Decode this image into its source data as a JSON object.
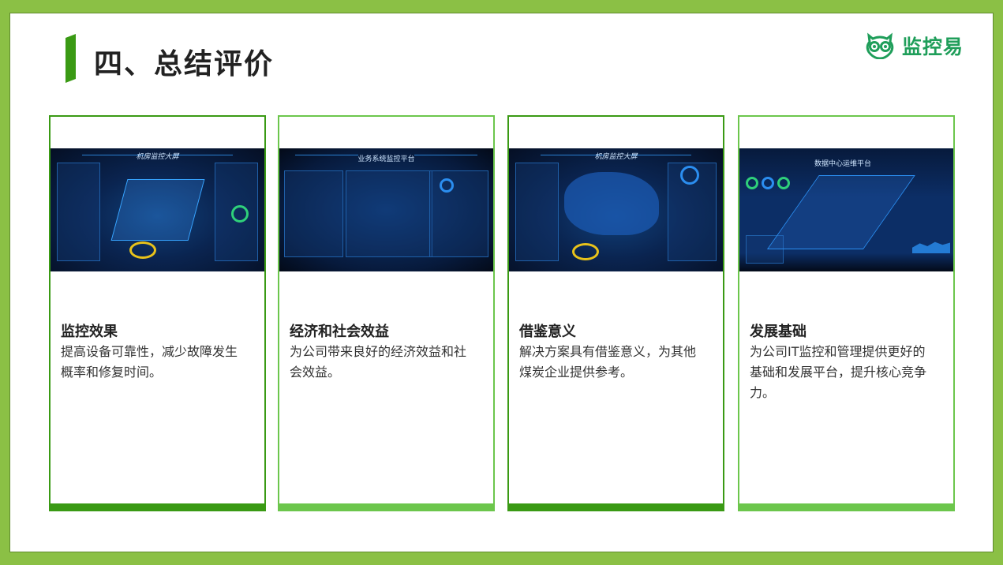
{
  "header": {
    "title": "四、总结评价",
    "logo_text": "监控易"
  },
  "colors": {
    "frame": "#8bc045",
    "accent_dark": "#3a9a14",
    "accent_light": "#6cc64c",
    "logo": "#1f9e5a"
  },
  "cards": [
    {
      "title": "监控效果",
      "desc": [
        "提高设备可靠性，减少故障发生",
        "概率和修复时间。"
      ],
      "screenshot_title": "机房监控大屏"
    },
    {
      "title": "经济和社会效益",
      "desc": [
        "为公司带来良好的经济效益和社",
        "会效益。"
      ],
      "screenshot_title": "业务系统监控平台"
    },
    {
      "title": "借鉴意义",
      "desc": [
        "解决方案具有借鉴意义，为其他",
        "煤炭企业提供参考。"
      ],
      "screenshot_title": "机房监控大屏"
    },
    {
      "title": "发展基础",
      "desc": [
        "为公司IT监控和管理提供更好的",
        "基础和发展平台，提升核心竞争",
        "力。"
      ],
      "screenshot_title": "数据中心运维平台"
    }
  ]
}
